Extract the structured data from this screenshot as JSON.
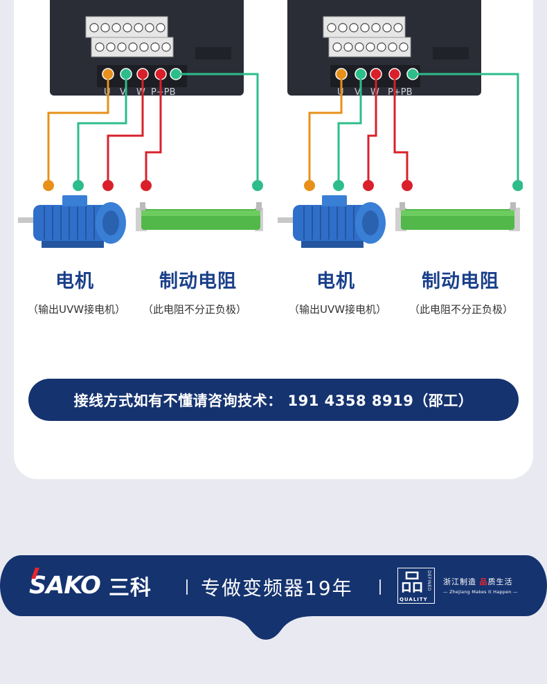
{
  "diagrams": [
    {
      "terminals": [
        "U",
        "V",
        "W",
        "P+PB"
      ],
      "motor": {
        "title": "电机",
        "subtitle": "（输出UVW接电机）"
      },
      "resistor": {
        "title": "制动电阻",
        "subtitle": "（此电阻不分正负极）"
      }
    },
    {
      "terminals": [
        "U",
        "V",
        "W",
        "P+PB"
      ],
      "motor": {
        "title": "电机",
        "subtitle": "（输出UVW接电机）"
      },
      "resistor": {
        "title": "制动电阻",
        "subtitle": "（此电阻不分正负极）"
      }
    }
  ],
  "contact": {
    "text": "接线方式如有不懂请咨询技术： 191 4358 8919（邵工）"
  },
  "footer": {
    "brand_logo": "SAKO",
    "brand_cn": "三科",
    "tagline": "专做变频器19年",
    "quality_glyph": "品",
    "quality_vertical": "DEFINED",
    "quality_label": "QUALITY",
    "quality_slogan_1": "浙江制造",
    "quality_slogan_red": "品",
    "quality_slogan_2": "质生活",
    "quality_slogan_en": "— Zhejiang Makes It Happen —"
  },
  "colors": {
    "navy": "#15336f",
    "title_blue": "#1a3f8a",
    "wire_orange": "#e8901a",
    "wire_green": "#2dbd8a",
    "wire_red": "#d9202a",
    "motor_blue": "#2f6fc9",
    "resistor_green": "#52b84a"
  },
  "icons": [
    "inverter-terminal-block-icon",
    "motor-icon",
    "braking-resistor-icon",
    "quality-seal-icon"
  ]
}
